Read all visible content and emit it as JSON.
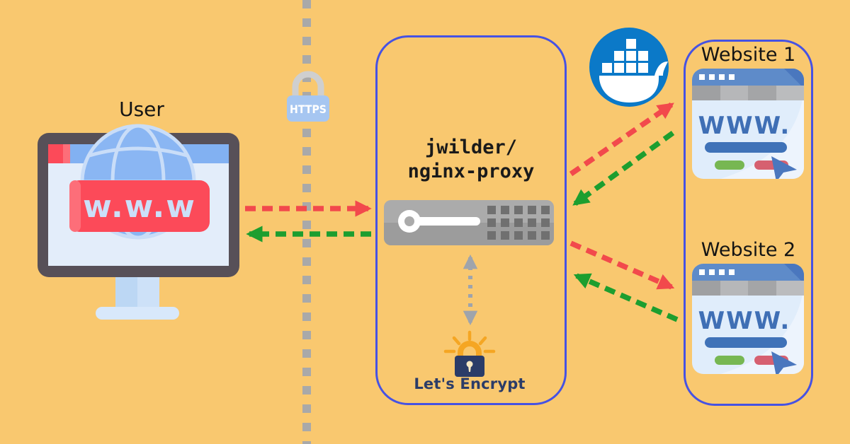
{
  "title": "jwilder nginx-proxy Docker reverse-proxy architecture diagram",
  "colors": {
    "bg": "#F9C86F",
    "accent": "#4652E3",
    "red": "#F2494C",
    "green": "#1D9E2F",
    "divider": "#A9A9A9",
    "docker-blue": "#0B79C8",
    "navy": "#2B3C68",
    "orange": "#F5A623",
    "text": "#141414"
  },
  "user": {
    "label": "User",
    "www_text": "w.w.w"
  },
  "https_badge": {
    "label": "HTTPS"
  },
  "proxy": {
    "title_line1": "jwilder/",
    "title_line2": "nginx-proxy"
  },
  "lets_encrypt": {
    "label": "Let's Encrypt"
  },
  "websites": [
    {
      "label": "Website 1",
      "www_text": "WWW."
    },
    {
      "label": "Website 2",
      "www_text": "WWW."
    }
  ]
}
